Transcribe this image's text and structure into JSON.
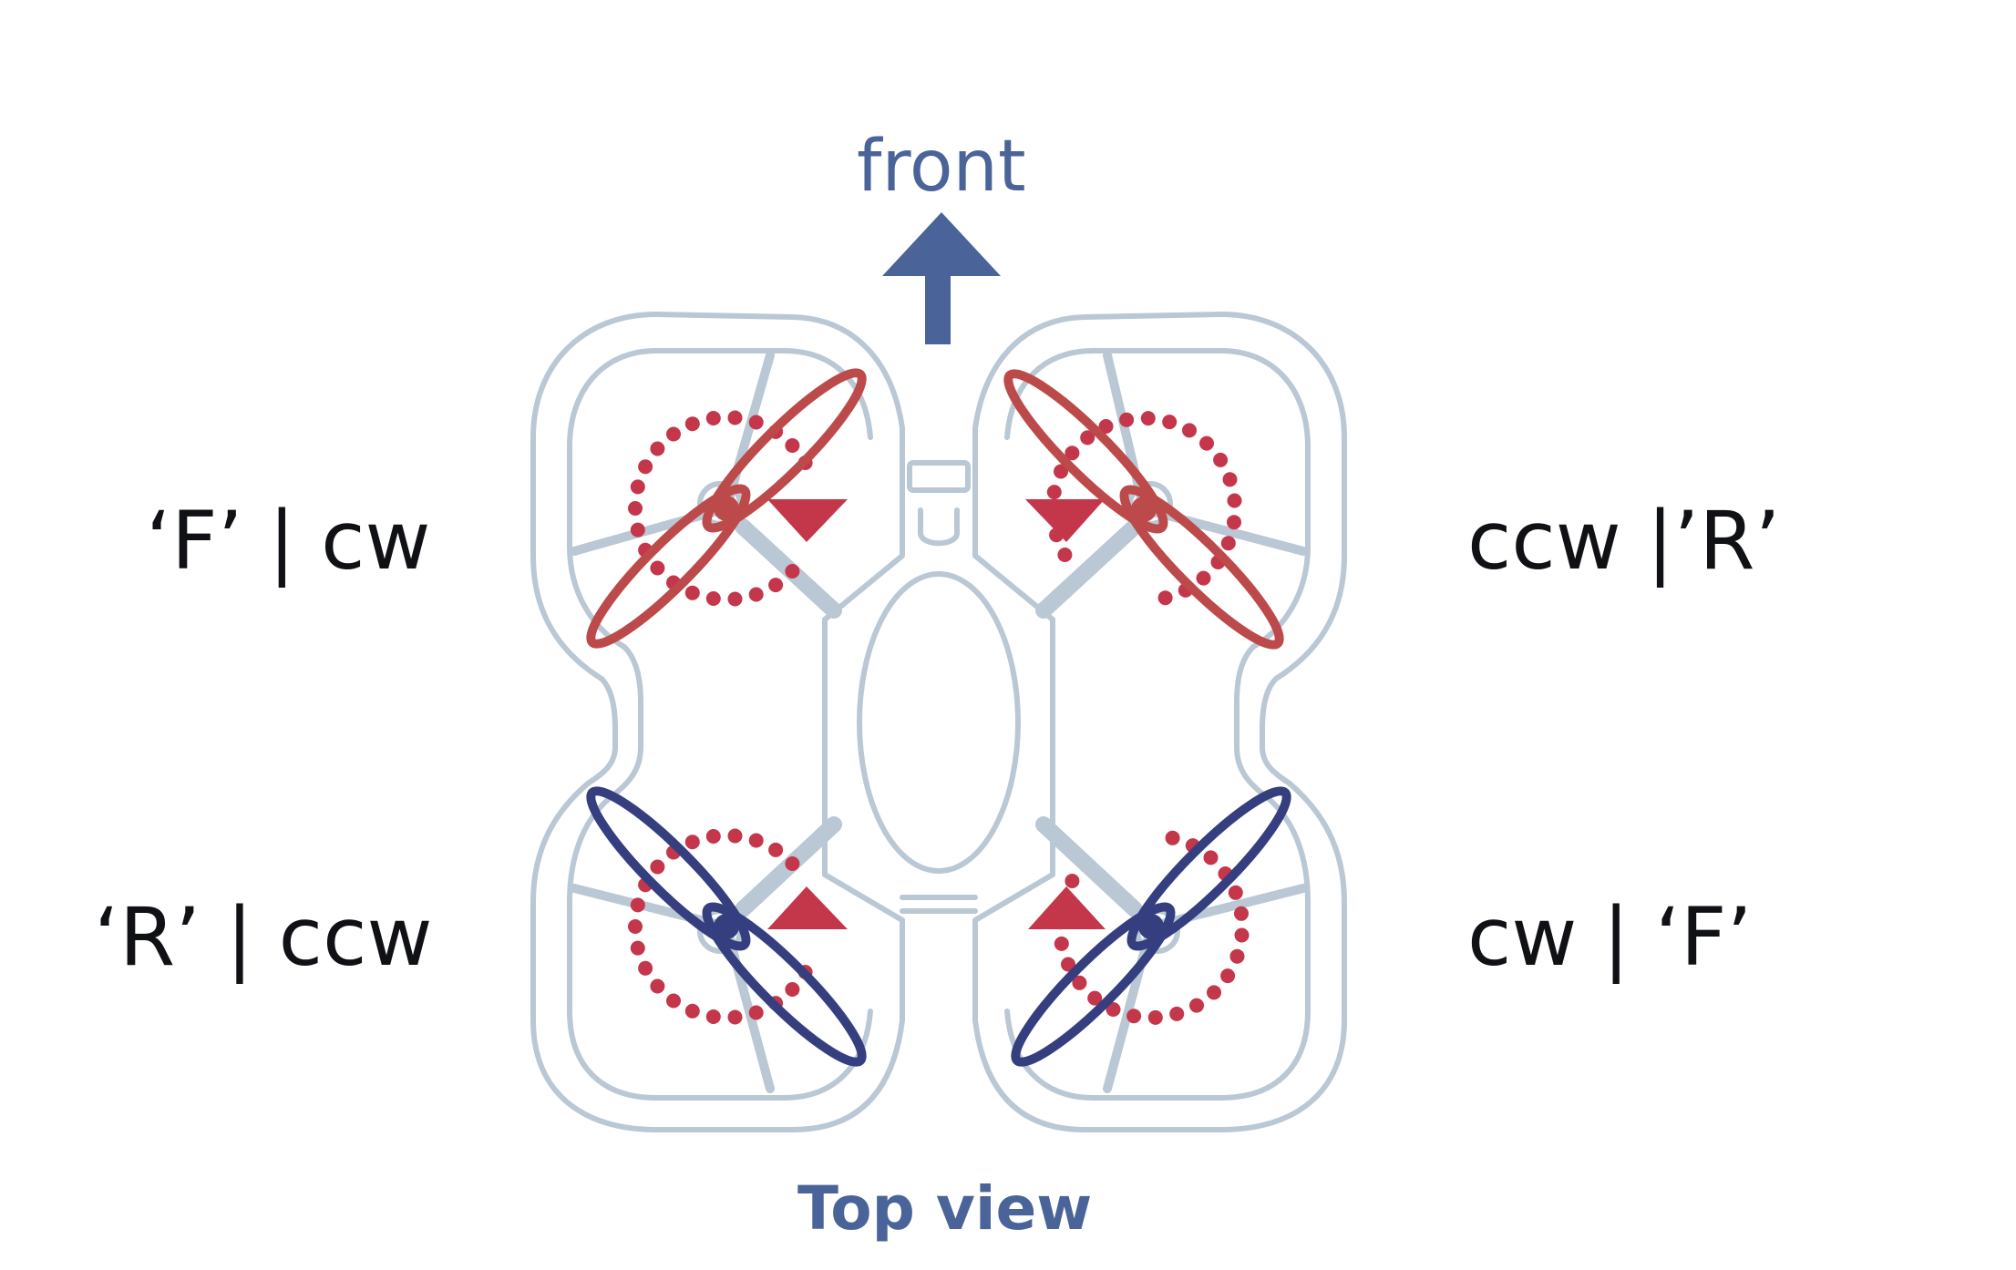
{
  "title": "Top view",
  "direction_label": "front",
  "colors": {
    "frame": "#b9c8d4",
    "front_prop": "#bd4a4a",
    "rear_prop": "#353f80",
    "rotation_marker": "#c4364a",
    "accent_text": "#4a6398",
    "label_text": "#0f1115"
  },
  "motors": [
    {
      "position": "front-left",
      "label": "‘F’ | cw",
      "prop_type": "F",
      "rotation": "cw",
      "prop_color": "front_prop"
    },
    {
      "position": "front-right",
      "label": "ccw |’R’",
      "prop_type": "R",
      "rotation": "ccw",
      "prop_color": "front_prop"
    },
    {
      "position": "rear-left",
      "label": "‘R’ | ccw",
      "prop_type": "R",
      "rotation": "ccw",
      "prop_color": "rear_prop"
    },
    {
      "position": "rear-right",
      "label": "cw | ‘F’",
      "prop_type": "F",
      "rotation": "cw",
      "prop_color": "rear_prop"
    }
  ],
  "icons": {
    "direction_arrow": "arrow-up-icon",
    "rotation_arrow": "triangle-icon"
  }
}
